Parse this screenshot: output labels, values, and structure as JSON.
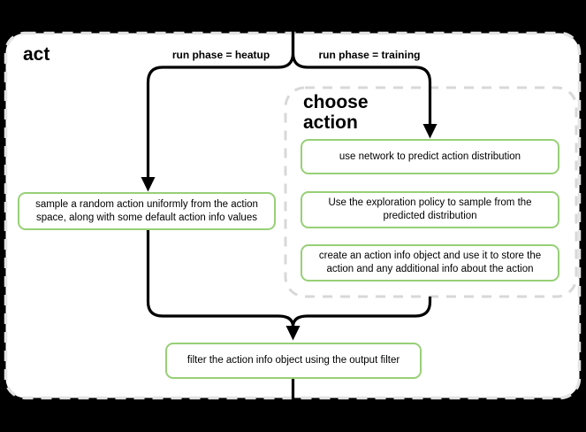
{
  "colors": {
    "background": "#000000",
    "panel": "#ffffff",
    "dashed_border": "#dddddd",
    "connector": "#000000",
    "node_border": "#97d077",
    "text": "#000000"
  },
  "diagram": {
    "act_label": "act",
    "branch_heatup": "run phase = heatup",
    "branch_training": "run phase = training",
    "choose_action_label": "choose action",
    "nodes": {
      "sample_random": "sample a random action uniformly from the action space, along with some default action info values",
      "use_network": "use network to predict action distribution",
      "exploration_policy": "Use the exploration policy to sample from the predicted distribution",
      "create_action_info": "create an action info object and use it to store the action and any additional info about the action",
      "filter_output": "filter the action info object using the output filter"
    }
  }
}
